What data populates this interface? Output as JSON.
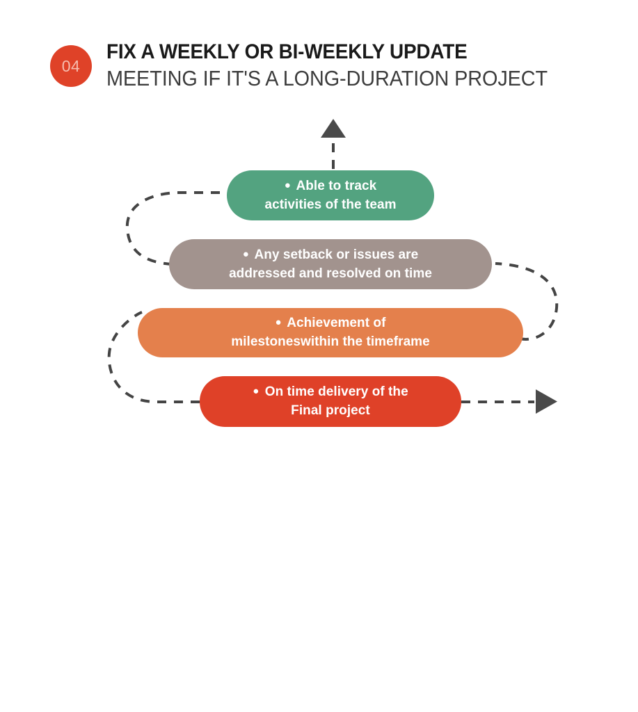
{
  "header": {
    "step_number": "04",
    "title_line_1": "FIX A WEEKLY OR BI-WEEKLY UPDATE",
    "title_line_2": "MEETING IF IT'S A LONG-DURATION PROJECT"
  },
  "colors": {
    "accent_red": "#DF4128",
    "badge_red": "#DF4228",
    "green": "#53A380",
    "taupe": "#A2938E",
    "orange": "#E4804C",
    "connector_gray": "#444444",
    "title_dark": "#1A1A1A",
    "subtitle_gray": "#3C3C3C",
    "background": "#FFFFFF"
  },
  "diagram": {
    "type": "stacked-zigzag-flow",
    "bullet_glyph": "●",
    "steps": [
      {
        "id": "delivery",
        "order": 1,
        "color": "#DF4128",
        "line_1": "On time delivery of the",
        "line_2": "Final project"
      },
      {
        "id": "milestones",
        "order": 2,
        "color": "#E4804C",
        "line_1": "Achievement of",
        "line_2": "milestoneswithin the timeframe"
      },
      {
        "id": "setback",
        "order": 3,
        "color": "#A2938E",
        "line_1": "Any setback or issues are",
        "line_2": "addressed and resolved on time"
      },
      {
        "id": "track",
        "order": 4,
        "color": "#53A380",
        "line_1": "Able to track",
        "line_2": "activities of the team"
      }
    ],
    "connectors": [
      {
        "id": "entry-arrow-right",
        "kind": "arrowhead",
        "direction": "right"
      },
      {
        "id": "delivery-to-milestones",
        "kind": "dashed-u-curve",
        "side": "left"
      },
      {
        "id": "milestones-to-setback",
        "kind": "dashed-u-curve",
        "side": "right"
      },
      {
        "id": "setback-to-track",
        "kind": "dashed-u-curve",
        "side": "left"
      },
      {
        "id": "exit-arrow-up",
        "kind": "arrowhead",
        "direction": "up"
      }
    ]
  }
}
